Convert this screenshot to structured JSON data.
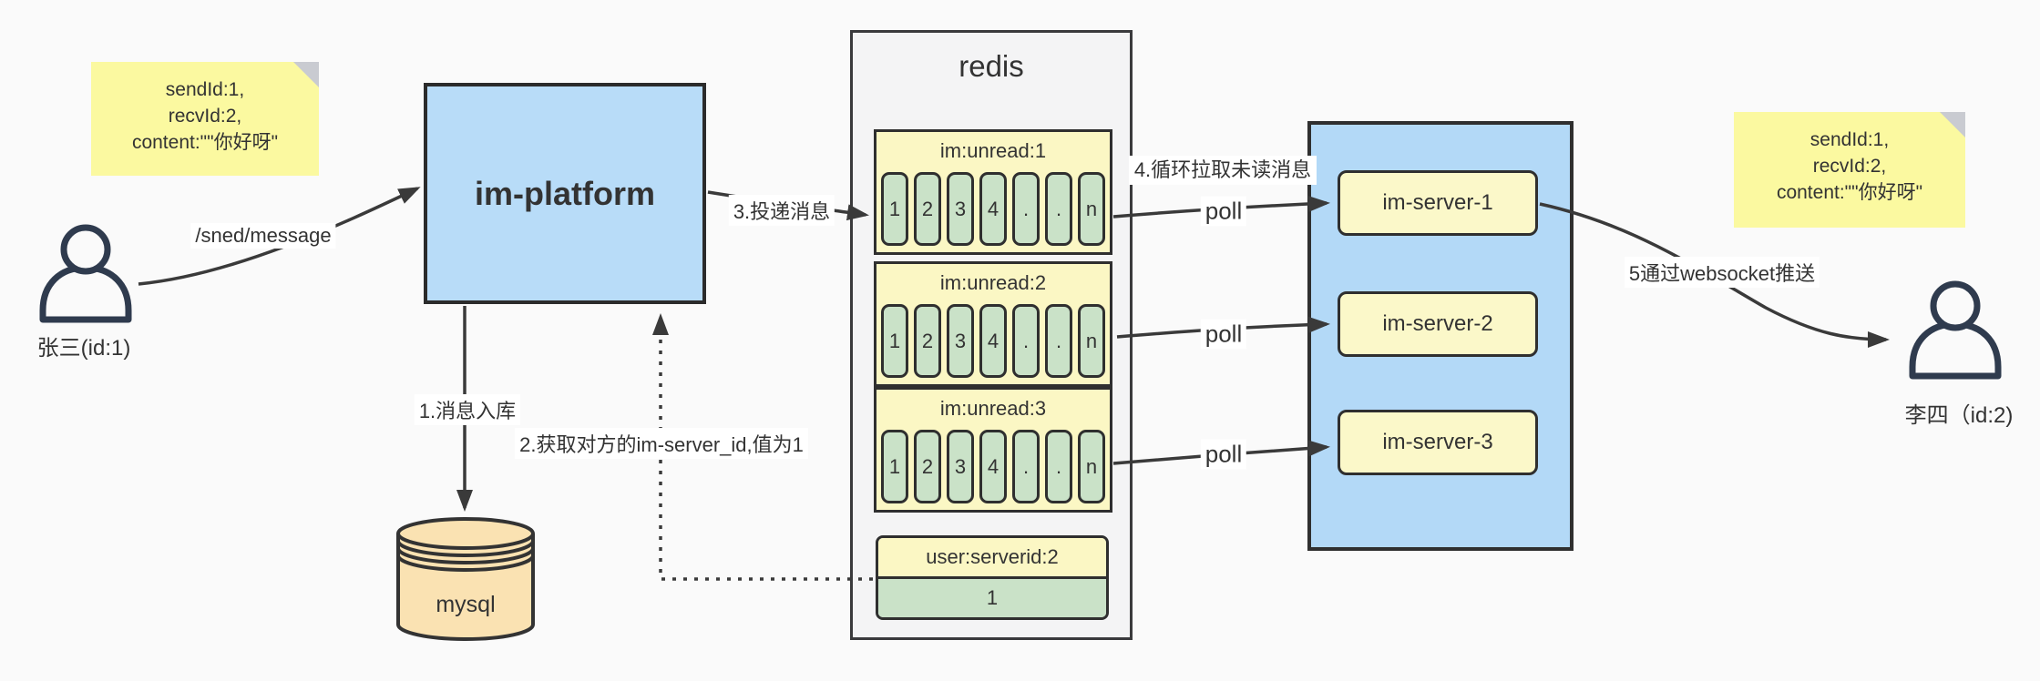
{
  "diagram": {
    "background": "#fafafa",
    "actors": {
      "sender": {
        "name": "张三(id:1)"
      },
      "receiver": {
        "name": "李四（id:2)"
      }
    },
    "notes": {
      "left": {
        "line1": "sendId:1,",
        "line2": "recvId:2,",
        "line3": "content:\"\"你好呀\""
      },
      "right": {
        "line1": "sendId:1,",
        "line2": "recvId:2,",
        "line3": "content:\"\"你好呀\""
      }
    },
    "platform": {
      "label": "im-platform"
    },
    "database": {
      "label": "mysql"
    },
    "redis": {
      "title": "redis",
      "lists": [
        {
          "name": "im:unread:1",
          "cells": [
            "1",
            "2",
            "3",
            "4",
            ".",
            ".",
            "n"
          ]
        },
        {
          "name": "im:unread:2",
          "cells": [
            "1",
            "2",
            "3",
            "4",
            ".",
            ".",
            "n"
          ]
        },
        {
          "name": "im:unread:3",
          "cells": [
            "1",
            "2",
            "3",
            "4",
            ".",
            ".",
            "n"
          ]
        }
      ],
      "kv": {
        "key": "user:serverid:2",
        "value": "1"
      }
    },
    "servers": [
      {
        "label": "im-server-1"
      },
      {
        "label": "im-server-2"
      },
      {
        "label": "im-server-3"
      }
    ],
    "edges": {
      "send": "/sned/message",
      "step1": "1.消息入库",
      "step2": "2.获取对方的im-server_id,值为1",
      "step3": "3.投递消息",
      "step4": "4.循环拉取未读消息",
      "step5": "5通过websocket推送",
      "poll1": "poll",
      "poll2": "poll",
      "poll3": "poll"
    },
    "colors": {
      "platform_fill": "#b8dcf8",
      "server_container_fill": "#b3d9f7",
      "server_box_fill": "#fbf8c9",
      "redis_fill": "#f4f4f5",
      "list_header_fill": "#fbf7c4",
      "cell_fill": "#cae2c8",
      "mysql_fill": "#fae2b2",
      "note_fill": "#fbf9a0",
      "line": "#3a3a3a"
    }
  }
}
